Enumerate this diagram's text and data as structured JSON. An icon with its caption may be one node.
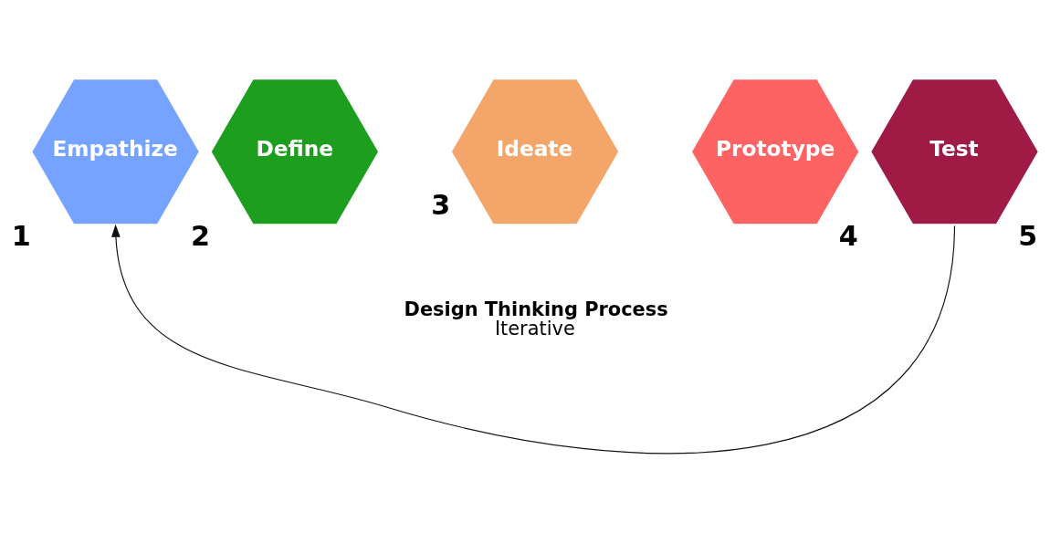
{
  "diagram": {
    "nodes": [
      {
        "text": [
          "Empathize"
        ],
        "beside": [
          "1"
        ]
      },
      {
        "text": [
          "Define"
        ],
        "beside": [
          "2"
        ]
      },
      {
        "text": [
          "Ideate"
        ],
        "beside": [
          "3"
        ]
      },
      {
        "text": [
          "Prototype"
        ],
        "beside": [
          "4"
        ]
      },
      {
        "text": [
          "Test"
        ],
        "beside": [
          "5"
        ]
      }
    ],
    "edges": [
      {
        "from": 4,
        "to": 0,
        "arrow": "to"
      }
    ],
    "labels": [
      "Design Thinking Process",
      "Iterative"
    ]
  }
}
